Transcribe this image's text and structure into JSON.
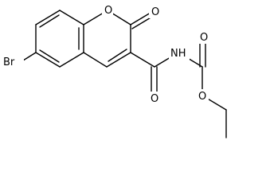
{
  "molecule": {
    "atom_labels": {
      "bromine": "Br",
      "ring_oxygen": "O",
      "lactone_carbonyl_oxygen": "O",
      "amide_carbonyl_oxygen": "O",
      "nitrogen_h": "NH",
      "carbamate_carbonyl_oxygen": "O",
      "ester_oxygen": "O"
    },
    "colors": {
      "bond": "#000000",
      "label": "#000000",
      "background": "#ffffff"
    }
  }
}
